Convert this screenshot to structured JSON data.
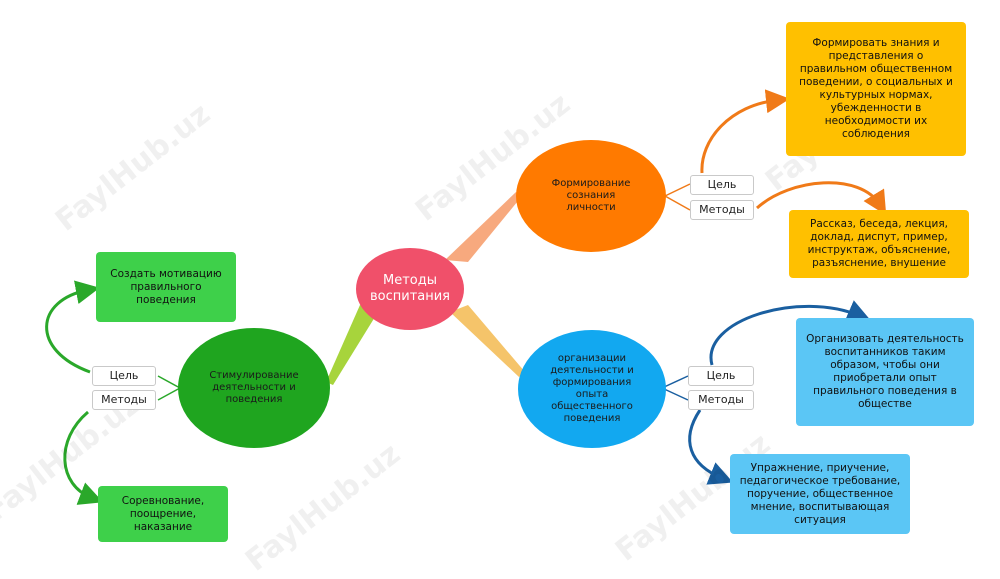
{
  "center": {
    "label": "Методы воспитания",
    "color": "#f0506a"
  },
  "branches": {
    "consciousness": {
      "label": "Формирование сознания личности",
      "color": "#ff7a00",
      "goal_tag": "Цель",
      "methods_tag": "Методы",
      "goal": "Формировать знания и представления о правильном общественном поведении, о социальных и культурных нормах, убежденности в необходимости их соблюдения",
      "methods": "Рассказ, беседа, лекция, доклад, диспут, пример, инструктаж, объяснение, разъяснение, внушение",
      "box_color": "#ffc000"
    },
    "experience": {
      "label": "организации деятельности и формирования опыта общественного поведения",
      "color": "#12a8f0",
      "goal_tag": "Цель",
      "methods_tag": "Методы",
      "goal": "Организовать деятельность воспитанников таким образом, чтобы они приобретали опыт правильного поведения в обществе",
      "methods": "Упражнение, приучение, педагогическое требование, поручение, общественное мнение, воспитывающая ситуация",
      "box_color": "#5bc6f5"
    },
    "stimulation": {
      "label": "Стимулирование деятельности и поведения",
      "color": "#1fa51f",
      "goal_tag": "Цель",
      "methods_tag": "Методы",
      "goal": "Создать мотивацию правильного поведения",
      "methods": "Соревнование, поощрение, наказание",
      "box_color": "#3ed04a"
    }
  },
  "watermark": "FaylHub.uz"
}
